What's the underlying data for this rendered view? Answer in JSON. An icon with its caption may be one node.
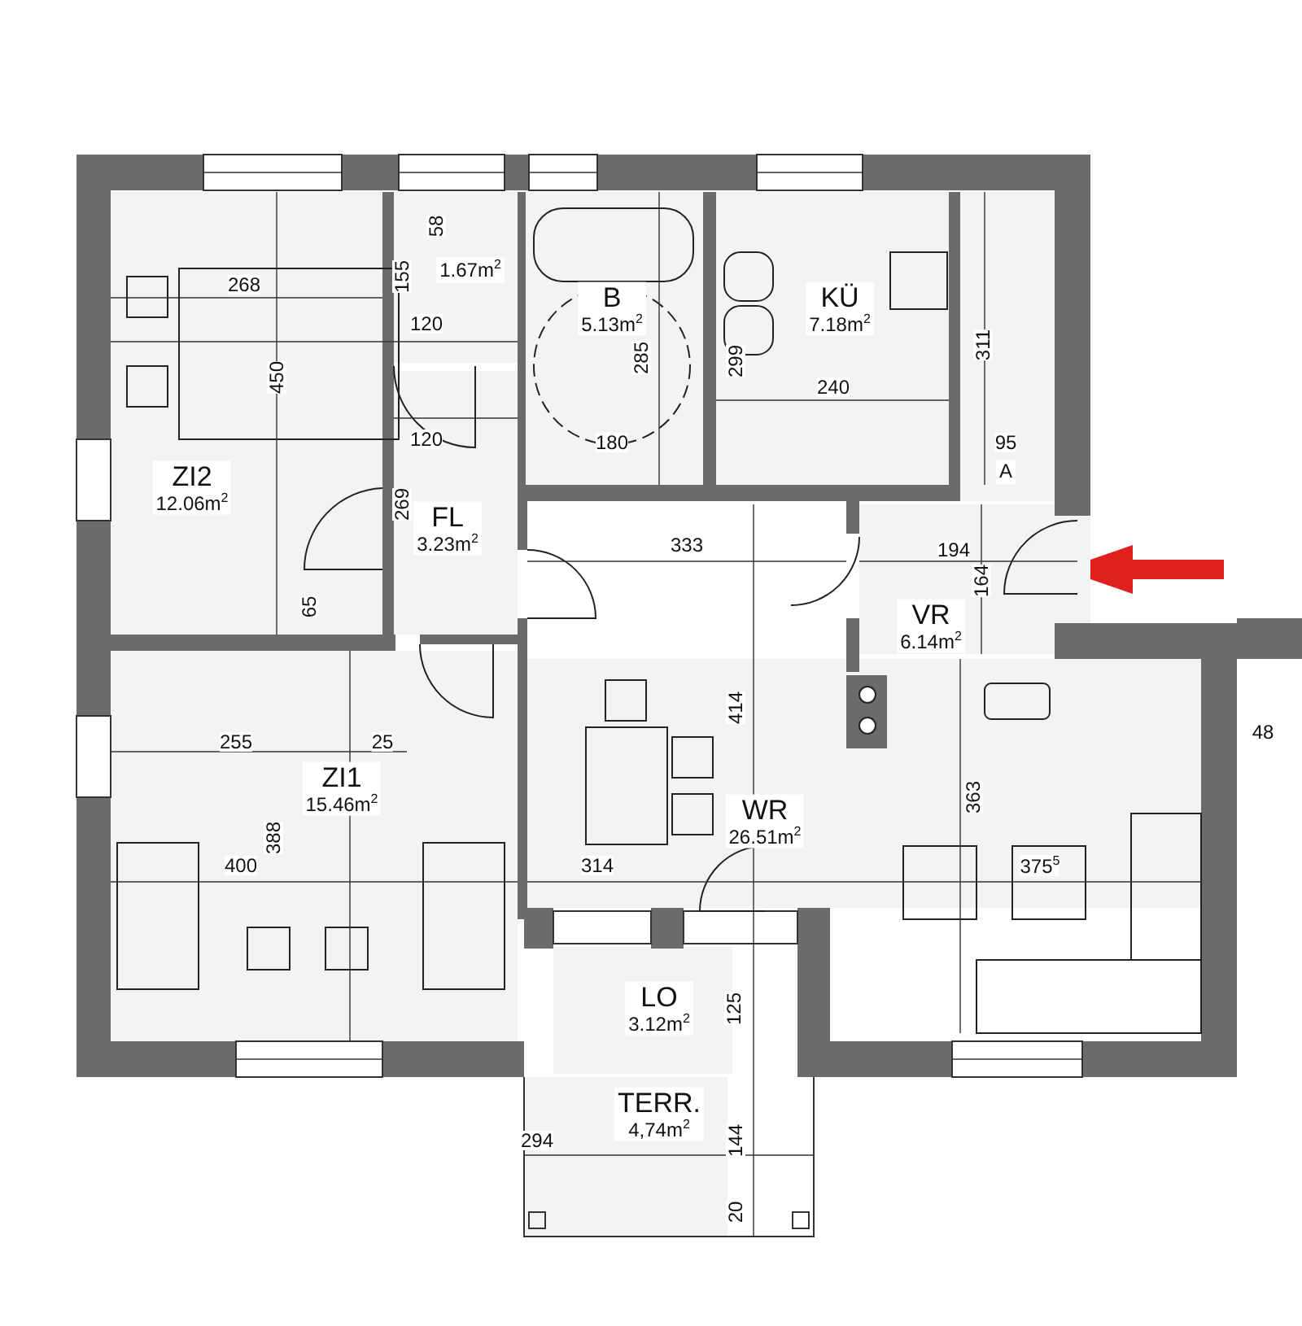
{
  "diagram": {
    "nodes": [
      {
        "text": [
          "ZI2",
          "12.06m$^{2}$"
        ]
      },
      {
        "text": [
          "1.67m$^{2}$"
        ]
      },
      {
        "text": [
          "B",
          "5.13m$^{2}$"
        ]
      },
      {
        "text": [
          "KÜ",
          "7.18m$^{2}$"
        ]
      },
      {
        "text": [
          "A"
        ]
      },
      {
        "text": [
          "FL",
          "3.23m$^{2}$"
        ]
      },
      {
        "text": [
          "VR",
          "6.14m$^{2}$"
        ]
      },
      {
        "text": [
          "ZI1",
          "15.46m$^{2}$"
        ]
      },
      {
        "text": [
          "WR",
          "26.51m$^{2}$"
        ]
      },
      {
        "text": [
          "LO",
          "3.12m$^{2}$"
        ]
      },
      {
        "text": [
          "TERR.",
          "4,74m$^{2}$"
        ]
      }
    ],
    "edges": [
      {
        "from": null,
        "to": 6,
        "arrow": "to",
        "color": "#e0201c"
      }
    ],
    "labels": [
      "58",
      "268",
      "155",
      "120",
      "450",
      "285",
      "299",
      "240",
      "311",
      "120",
      "180",
      "95",
      "269",
      "333",
      "194",
      "164",
      "65",
      "414",
      "255",
      "25",
      "48",
      "363",
      "388",
      "400",
      "314",
      "375$^{5}$",
      "125",
      "294",
      "144",
      "20"
    ]
  }
}
